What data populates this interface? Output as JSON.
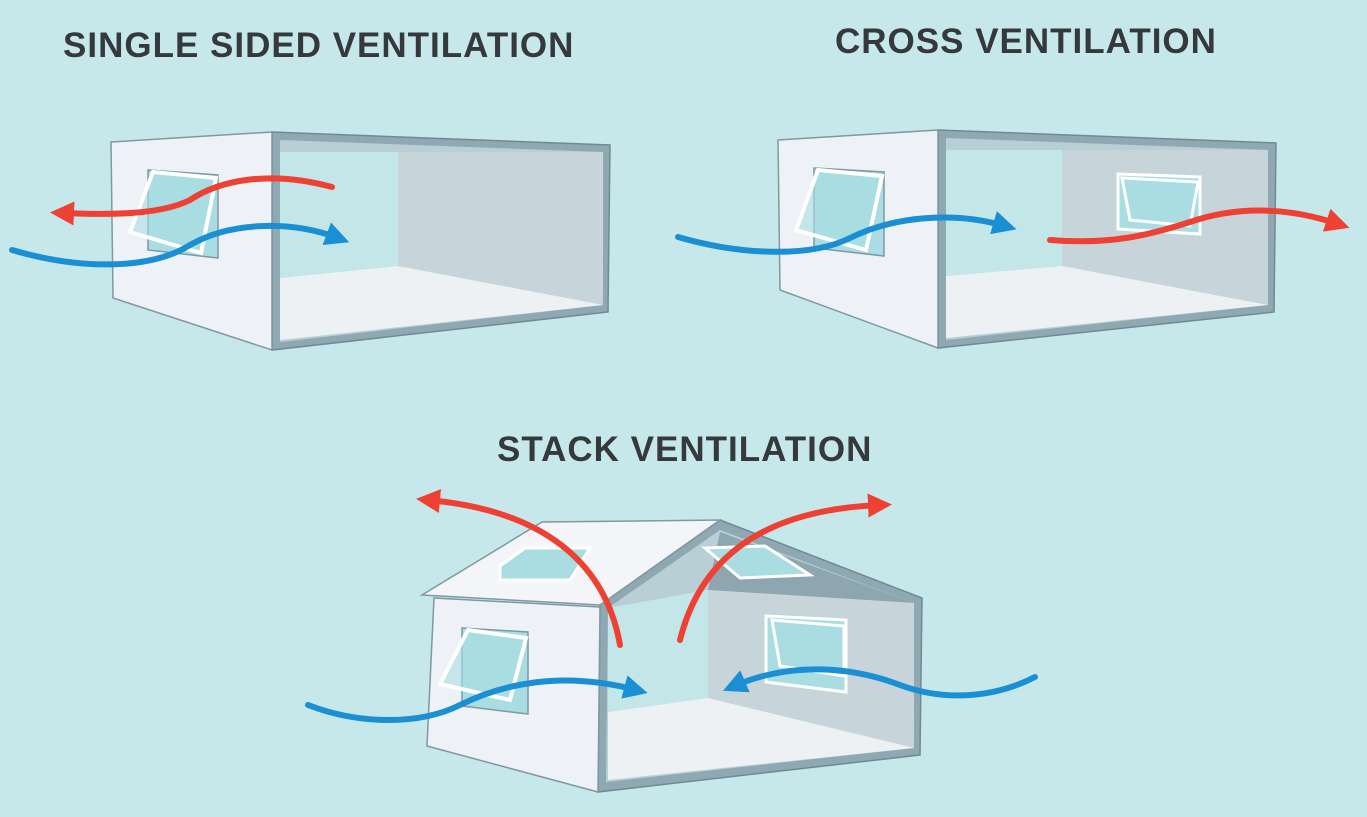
{
  "titles": {
    "single": "SINGLE SIDED VENTILATION",
    "cross": "CROSS VENTILATION",
    "stack": "STACK VENTILATION"
  },
  "colors": {
    "background": "#c6e8ea",
    "cool_air": "#1a8fd3",
    "warm_air": "#ee4133",
    "wall": "#eef2f6",
    "frame": "#8fa9b3",
    "inner_wall": "#c7d5da",
    "glass": "#a9dde2"
  }
}
